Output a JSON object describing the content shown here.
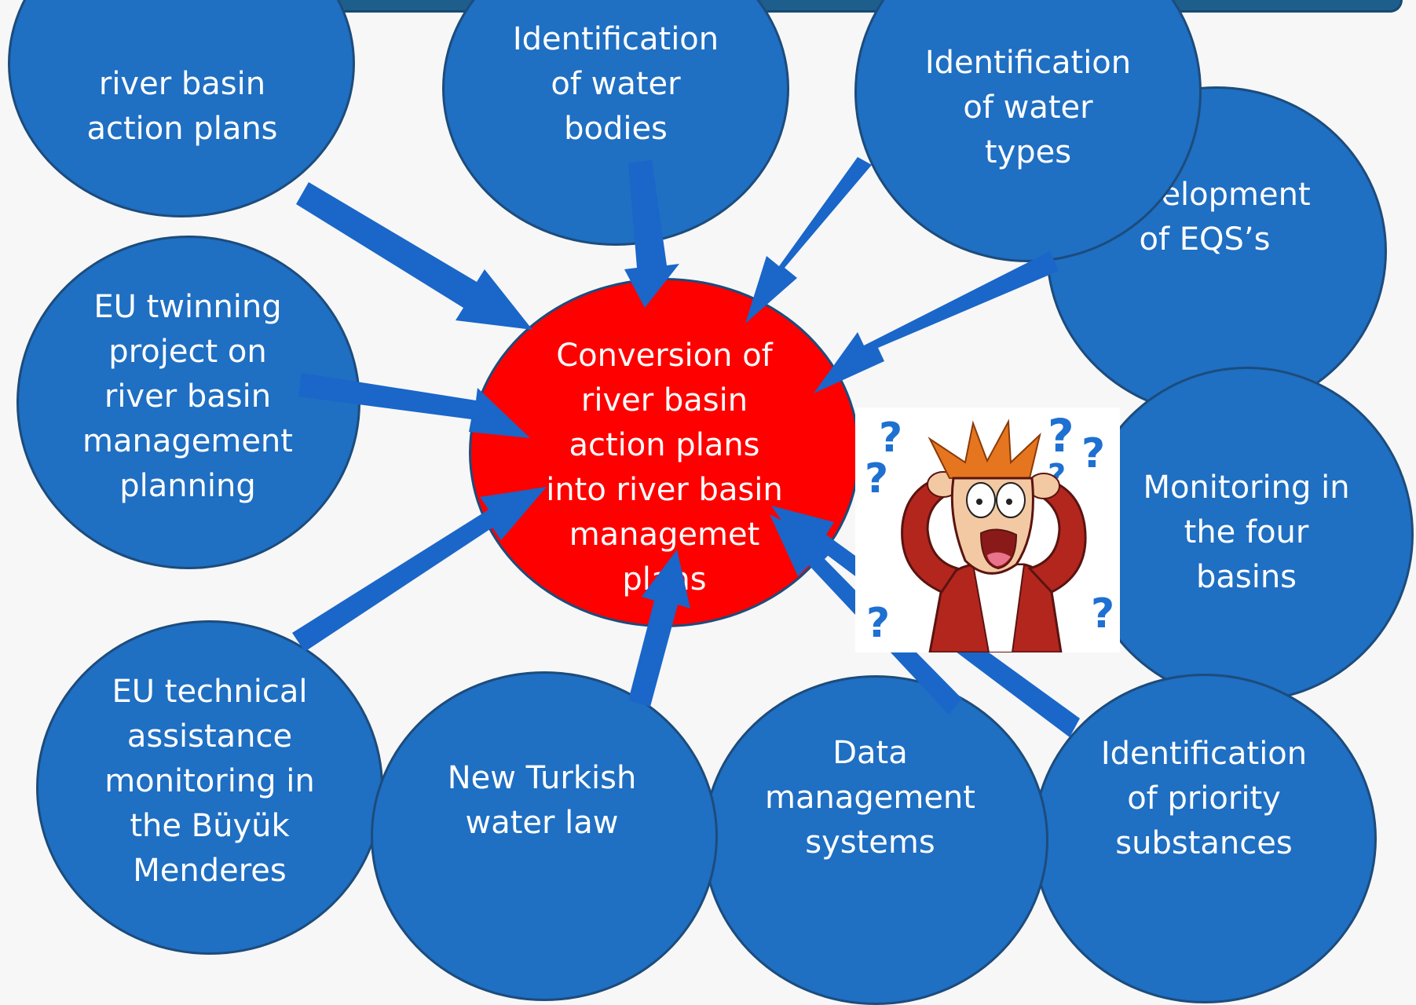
{
  "colors": {
    "background": "#f7f7f7",
    "node_fill": "#1f6fc3",
    "node_border": "#1c4c7c",
    "center_fill": "#ff0000",
    "arrow": "#1a66c9",
    "question_marks": "#1e70d1",
    "header_bar": "#1e5e8c"
  },
  "center": {
    "label": "Conversion of\nriver basin\naction plans\ninto river basin\nmanagemet\nplans"
  },
  "nodes": {
    "river_basin_action_plans": "river basin\naction plans",
    "water_bodies": "Identification\nof water\nbodies",
    "water_types": "Identification\nof water\ntypes",
    "eqs": "Development\nof EQS’s",
    "eu_twinning": "EU twinning\nproject on\nriver basin\nmanagement\nplanning",
    "monitoring_four_basins": "Monitoring in\nthe four\nbasins",
    "eu_technical_assistance": "EU technical\nassistance\nmonitoring in\nthe Büyük\nMenderes",
    "turkish_water_law": "New Turkish\nwater law",
    "data_management": "Data\nmanagement\nsystems",
    "priority_substances": "Identification\nof priority\nsubstances"
  },
  "cartoon": {
    "icon": "confused-man-cartoon",
    "question_marks": [
      "?",
      "?",
      "?",
      "?",
      "?",
      "?",
      "?"
    ]
  }
}
